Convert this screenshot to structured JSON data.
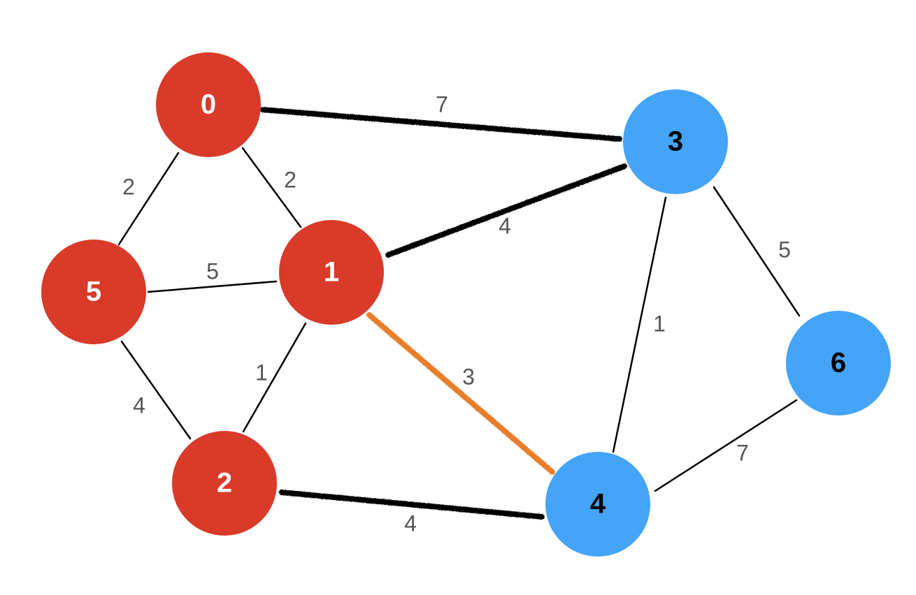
{
  "graph": {
    "colors": {
      "red_node": "#D93A29",
      "blue_node": "#44A4F7",
      "red_text": "#ffffff",
      "blue_text": "#000000",
      "edge": "#000000",
      "cut_edge": "#000000",
      "min_cut_edge": "#E87D2B",
      "weight_text": "#555555"
    },
    "nodes": [
      {
        "id": "0",
        "label": "0",
        "group": "red"
      },
      {
        "id": "1",
        "label": "1",
        "group": "red"
      },
      {
        "id": "2",
        "label": "2",
        "group": "red"
      },
      {
        "id": "3",
        "label": "3",
        "group": "blue"
      },
      {
        "id": "4",
        "label": "4",
        "group": "blue"
      },
      {
        "id": "5",
        "label": "5",
        "group": "red"
      },
      {
        "id": "6",
        "label": "6",
        "group": "blue"
      }
    ],
    "edges": [
      {
        "from": "0",
        "to": "3",
        "weight": "7",
        "style": "cut"
      },
      {
        "from": "1",
        "to": "3",
        "weight": "4",
        "style": "cut"
      },
      {
        "from": "2",
        "to": "4",
        "weight": "4",
        "style": "cut"
      },
      {
        "from": "1",
        "to": "4",
        "weight": "3",
        "style": "min-cut"
      },
      {
        "from": "0",
        "to": "5",
        "weight": "2",
        "style": "normal"
      },
      {
        "from": "0",
        "to": "1",
        "weight": "2",
        "style": "normal"
      },
      {
        "from": "5",
        "to": "1",
        "weight": "5",
        "style": "normal"
      },
      {
        "from": "5",
        "to": "2",
        "weight": "4",
        "style": "normal"
      },
      {
        "from": "1",
        "to": "2",
        "weight": "1",
        "style": "normal"
      },
      {
        "from": "3",
        "to": "4",
        "weight": "1",
        "style": "normal"
      },
      {
        "from": "3",
        "to": "6",
        "weight": "5",
        "style": "normal"
      },
      {
        "from": "4",
        "to": "6",
        "weight": "7",
        "style": "normal"
      }
    ]
  }
}
